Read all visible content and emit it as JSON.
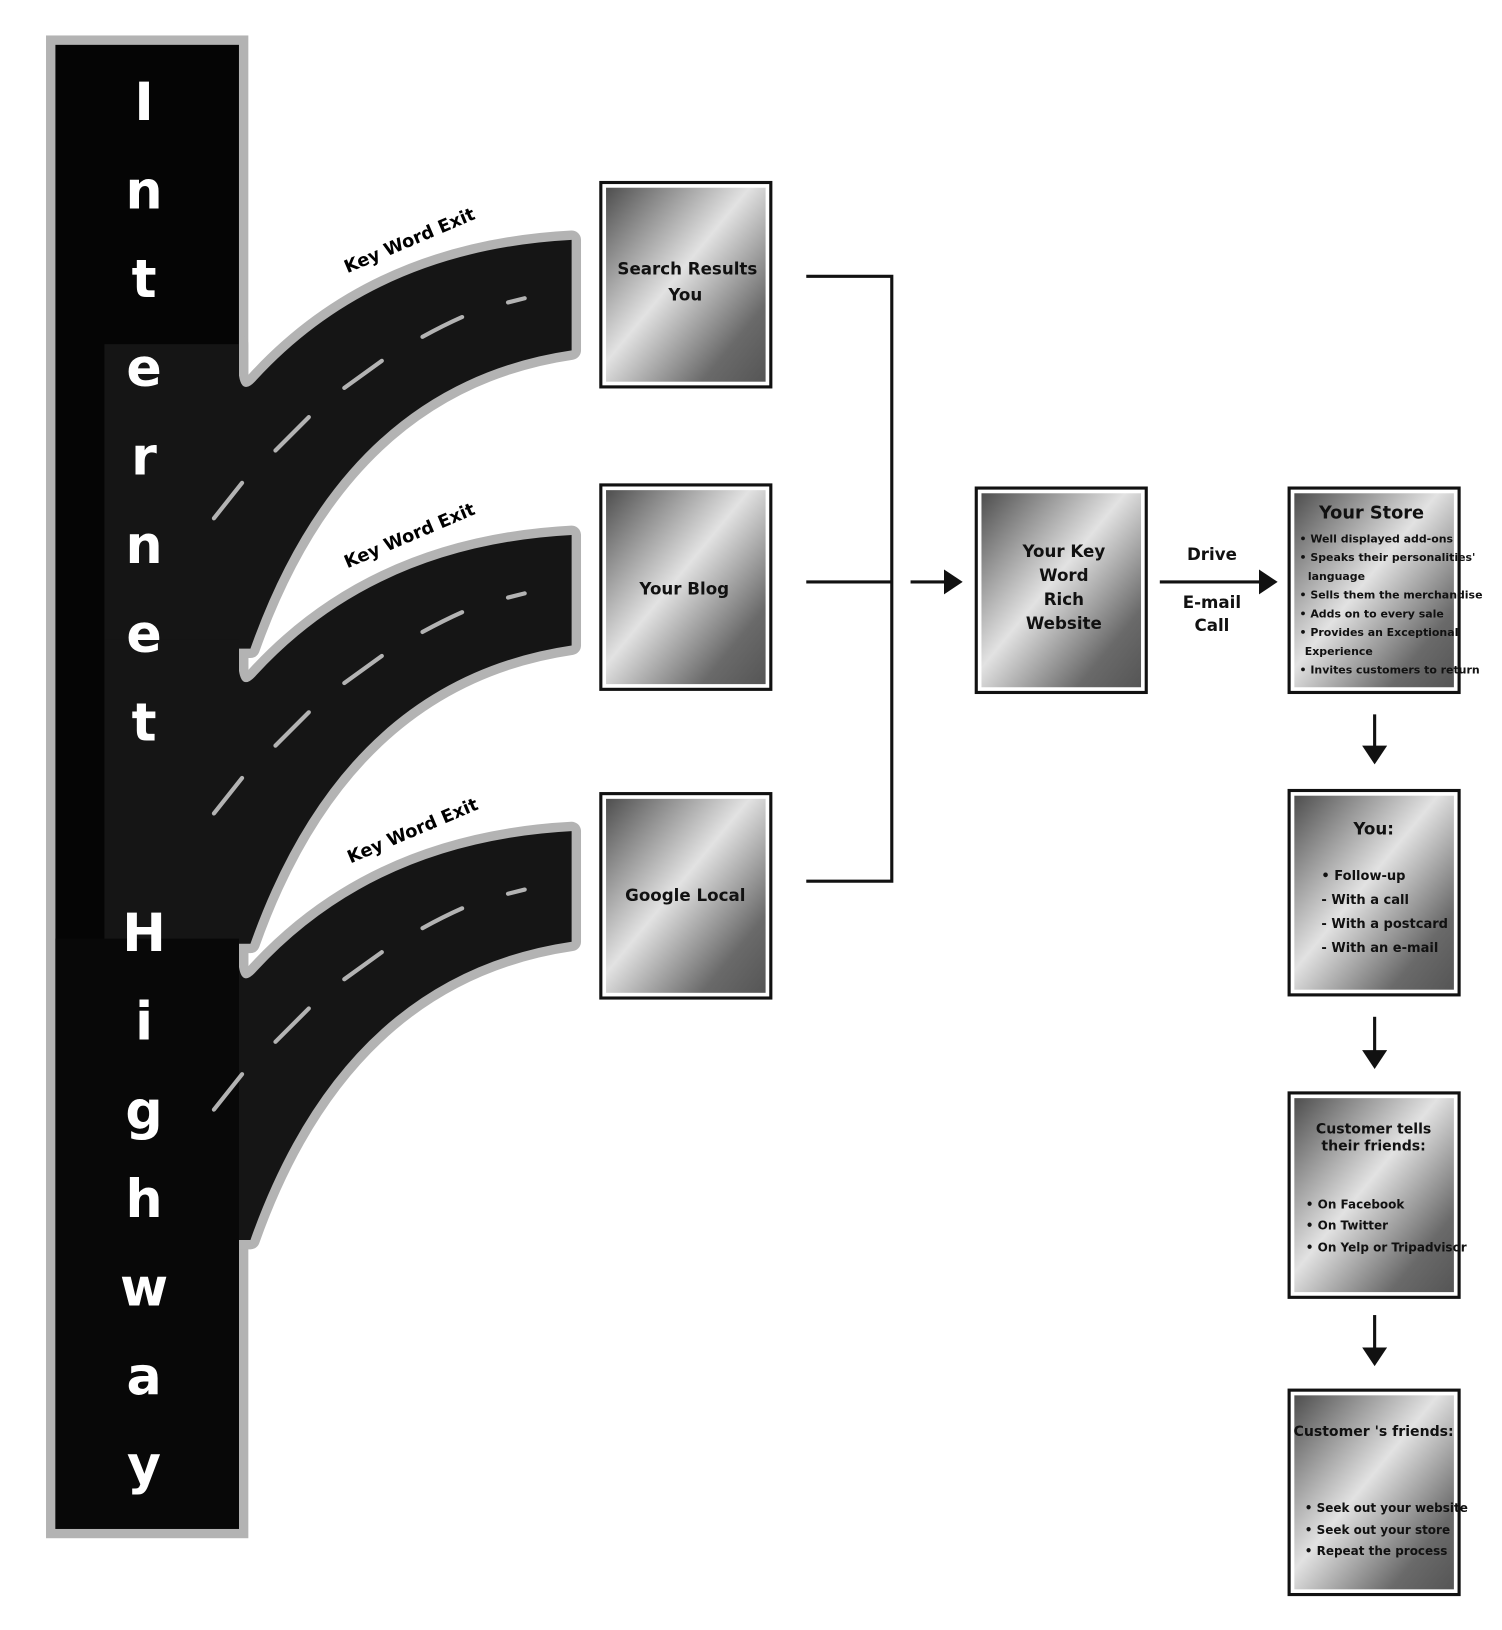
{
  "highway": {
    "letters": [
      "I",
      "n",
      "t",
      "e",
      "r",
      "n",
      "e",
      "t",
      "H",
      "i",
      "g",
      "h",
      "w",
      "a",
      "y"
    ],
    "title": "Internet Highway"
  },
  "exits": [
    {
      "label": "Key Word Exit"
    },
    {
      "label": "Key Word Exit"
    },
    {
      "label": "Key Word Exit"
    }
  ],
  "sources": [
    {
      "lines": [
        "Search Results",
        "You"
      ]
    },
    {
      "lines": [
        "Your Blog"
      ]
    },
    {
      "lines": [
        "Google Local"
      ]
    }
  ],
  "website": {
    "lines": [
      "Your Key",
      "Word",
      "Rich",
      "Website"
    ]
  },
  "connector": {
    "top": "Drive",
    "bottom": [
      "E-mail",
      "Call"
    ]
  },
  "store": {
    "title": "Your Store",
    "items": [
      "• Well displayed add-ons",
      "• Speaks their personalities'",
      "language",
      "• Sells them the merchandise",
      "• Adds on to every sale",
      "• Provides an Exceptional",
      "Experience",
      "• Invites customers to return"
    ]
  },
  "you": {
    "title": "You:",
    "items": [
      "• Follow-up",
      "- With a call",
      "- With a postcard",
      "- With an e-mail"
    ]
  },
  "tells": {
    "title": [
      "Customer tells",
      "their friends:"
    ],
    "items": [
      "• On Facebook",
      "• On Twitter",
      "• On Yelp or Tripadvisor"
    ]
  },
  "friends": {
    "title": "Customer 's friends:",
    "items": [
      "• Seek out your website",
      "• Seek out your store",
      "• Repeat the process"
    ]
  },
  "colors": {
    "road": "#0d0d0d",
    "shoulder": "#b3b3b3",
    "box_dark": "#555555",
    "box_light": "#e0e0e0"
  }
}
